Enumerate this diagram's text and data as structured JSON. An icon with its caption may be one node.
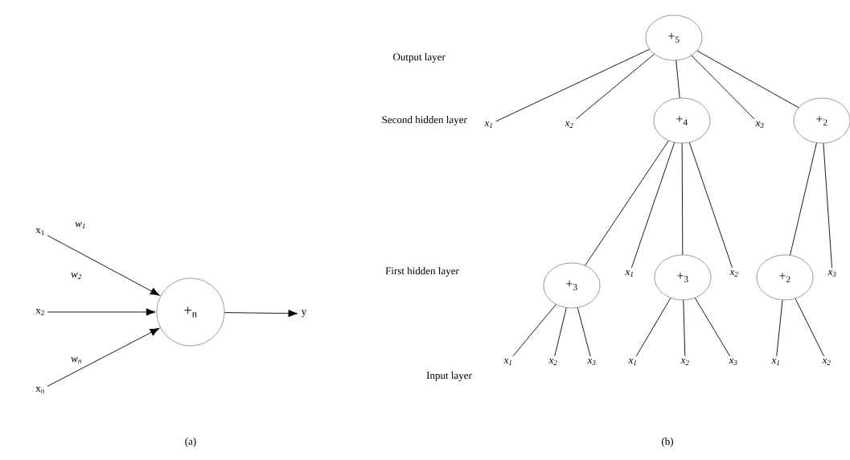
{
  "diagram": {
    "nodes": [
      {
        "text": [
          "x$_{1}$"
        ]
      },
      {
        "text": [
          "x$_{2}$"
        ]
      },
      {
        "text": [
          "x$_{n}$"
        ]
      },
      {
        "text": [
          "+$_{n}$"
        ]
      },
      {
        "text": [
          "y"
        ]
      },
      {
        "text": [
          "+$_{5}$"
        ]
      },
      {
        "text": [
          "x$_{1}$"
        ]
      },
      {
        "text": [
          "x$_{2}$"
        ]
      },
      {
        "text": [
          "+$_{4}$"
        ]
      },
      {
        "text": [
          "x$_{3}$"
        ]
      },
      {
        "text": [
          "+$_{2}$"
        ]
      },
      {
        "text": [
          "+$_{3}$"
        ]
      },
      {
        "text": [
          "x$_{1}$"
        ]
      },
      {
        "text": [
          "+$_{3}$"
        ]
      },
      {
        "text": [
          "x$_{2}$"
        ]
      },
      {
        "text": [
          "+$_{2}$"
        ]
      },
      {
        "text": [
          "x$_{3}$"
        ]
      },
      {
        "text": [
          "x$_{1}$"
        ]
      },
      {
        "text": [
          "x$_{2}$"
        ]
      },
      {
        "text": [
          "x$_{3}$"
        ]
      },
      {
        "text": [
          "x$_{1}$"
        ]
      },
      {
        "text": [
          "x$_{2}$"
        ]
      },
      {
        "text": [
          "x$_{3}$"
        ]
      },
      {
        "text": [
          "x$_{1}$"
        ]
      },
      {
        "text": [
          "x$_{2}$"
        ]
      }
    ],
    "edges": [
      {
        "from": 0,
        "to": 3,
        "arrow": "to",
        "label": "w$_{1}$"
      },
      {
        "from": 1,
        "to": 3,
        "arrow": "to",
        "label": "w$_{2}$"
      },
      {
        "from": 2,
        "to": 3,
        "arrow": "to",
        "label": "w$_{n}$"
      },
      {
        "from": 3,
        "to": 4,
        "arrow": "to"
      },
      {
        "from": 5,
        "to": 6,
        "arrow": "none"
      },
      {
        "from": 5,
        "to": 7,
        "arrow": "none"
      },
      {
        "from": 5,
        "to": 8,
        "arrow": "none"
      },
      {
        "from": 5,
        "to": 9,
        "arrow": "none"
      },
      {
        "from": 5,
        "to": 10,
        "arrow": "none"
      },
      {
        "from": 8,
        "to": 11,
        "arrow": "none"
      },
      {
        "from": 8,
        "to": 12,
        "arrow": "none"
      },
      {
        "from": 8,
        "to": 13,
        "arrow": "none"
      },
      {
        "from": 8,
        "to": 14,
        "arrow": "none"
      },
      {
        "from": 10,
        "to": 15,
        "arrow": "none"
      },
      {
        "from": 10,
        "to": 16,
        "arrow": "none"
      },
      {
        "from": 11,
        "to": 17,
        "arrow": "none"
      },
      {
        "from": 11,
        "to": 18,
        "arrow": "none"
      },
      {
        "from": 11,
        "to": 19,
        "arrow": "none"
      },
      {
        "from": 13,
        "to": 20,
        "arrow": "none"
      },
      {
        "from": 13,
        "to": 21,
        "arrow": "none"
      },
      {
        "from": 13,
        "to": 22,
        "arrow": "none"
      },
      {
        "from": 15,
        "to": 23,
        "arrow": "none"
      },
      {
        "from": 15,
        "to": 24,
        "arrow": "none"
      }
    ],
    "labels": [
      "Output layer",
      "Second hidden layer",
      "First hidden layer",
      "Input layer",
      "(a)",
      "(b)"
    ]
  }
}
